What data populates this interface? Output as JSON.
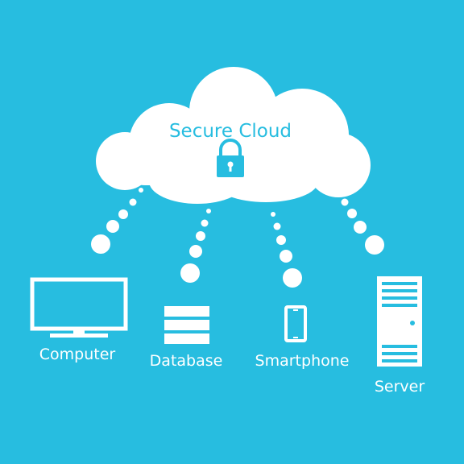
{
  "diagram": {
    "title": "Secure Cloud",
    "cloud_icon": "lock-icon",
    "nodes": [
      {
        "id": "computer",
        "label": "Computer",
        "icon": "monitor-icon"
      },
      {
        "id": "database",
        "label": "Database",
        "icon": "database-icon"
      },
      {
        "id": "smartphone",
        "label": "Smartphone",
        "icon": "smartphone-icon"
      },
      {
        "id": "server",
        "label": "Server",
        "icon": "server-icon"
      }
    ]
  },
  "colors": {
    "background": "#27bde0",
    "foreground": "#ffffff"
  }
}
